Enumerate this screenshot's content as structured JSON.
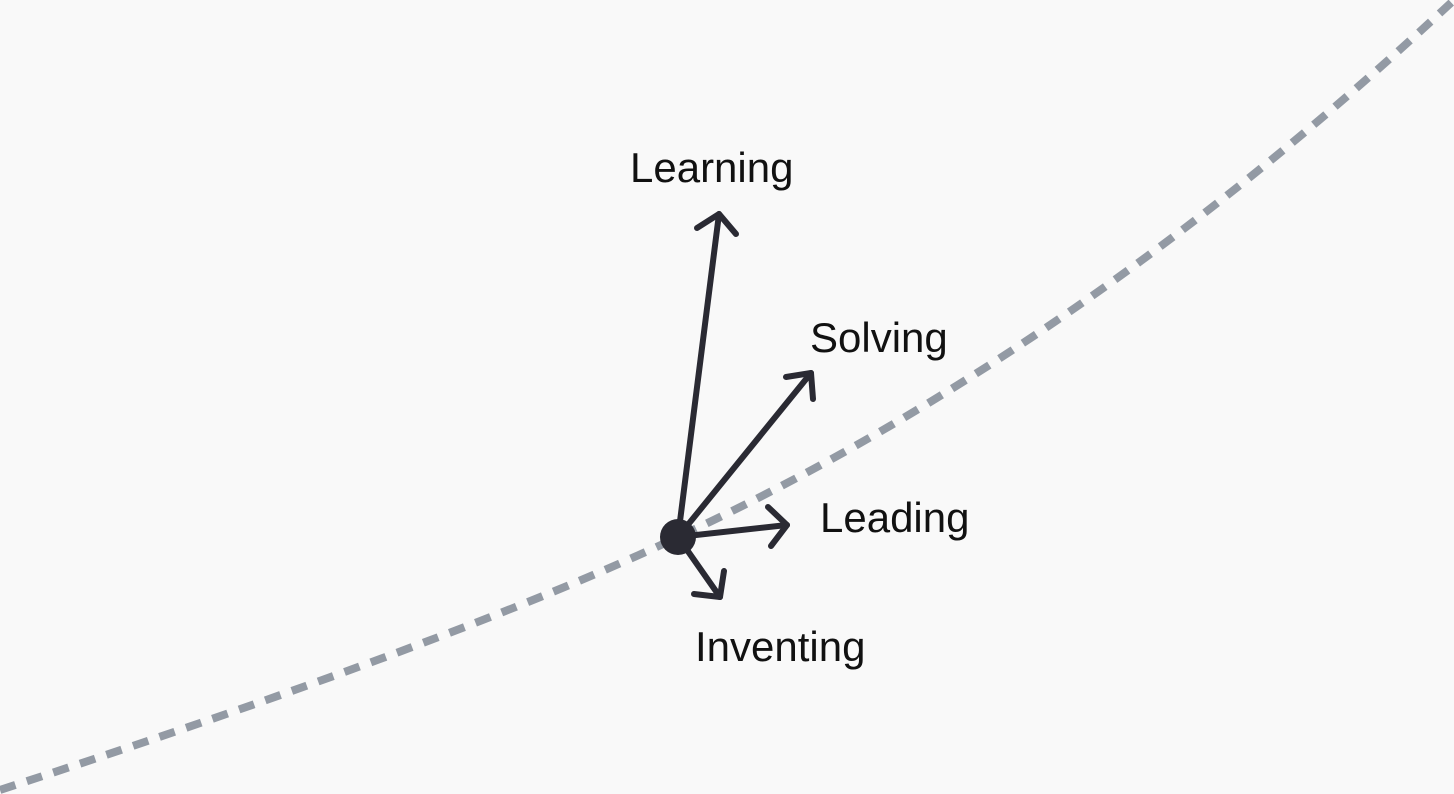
{
  "colors": {
    "background": "#f9f9f9",
    "ink": "#2a2a33",
    "curve": "#939aa4"
  },
  "curve": {
    "style": "dashed"
  },
  "origin": {
    "shape": "filled-circle"
  },
  "vectors": [
    {
      "label": "Learning"
    },
    {
      "label": "Solving"
    },
    {
      "label": "Leading"
    },
    {
      "label": "Inventing"
    }
  ]
}
